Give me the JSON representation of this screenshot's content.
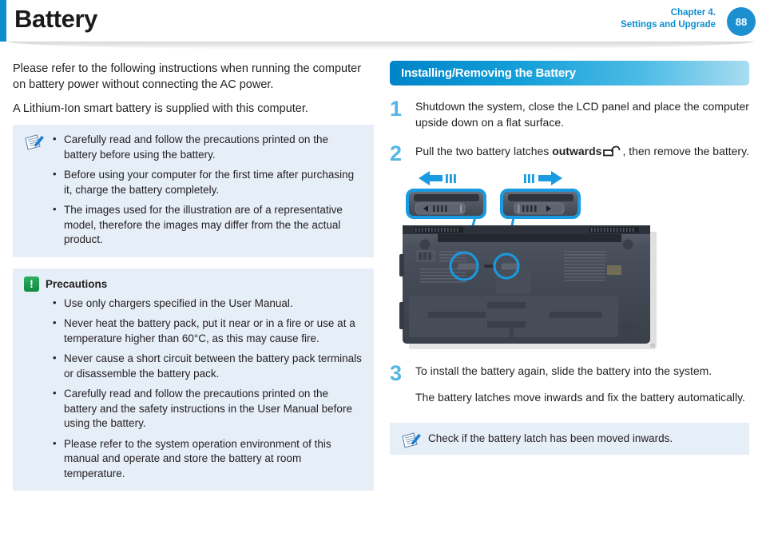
{
  "header": {
    "title": "Battery",
    "chapter_line1": "Chapter 4.",
    "chapter_line2": "Settings and Upgrade",
    "page_number": "88",
    "accent_color": "#0d8ecf",
    "badge_color": "#1b8fd0"
  },
  "left": {
    "intro_para_1": "Please refer to the following instructions when running the computer on battery power without connecting the AC power.",
    "intro_para_2": "A Lithium-Ion smart battery is supplied with this computer.",
    "note_box": {
      "icon": "note-pen-icon",
      "bullets": [
        "Carefully read and follow the precautions printed on the battery before using the battery.",
        "Before using your computer for the first time after purchasing it, charge the battery completely.",
        "The images used for the illustration are of a representative model, therefore the images may differ from the the actual product."
      ]
    },
    "precautions_box": {
      "icon": "warning-exclamation-icon",
      "title": "Precautions",
      "bullets": [
        "Use only chargers specified in the User Manual.",
        "Never heat the battery pack, put it near or in a fire or use at a temperature higher than 60°C, as this may cause fire.",
        "Never cause a short circuit between the battery pack terminals or disassemble the battery pack.",
        "Carefully read and follow the precautions printed on the battery and the safety instructions in the User Manual before using the battery.",
        "Please refer to the system operation environment of this manual and operate and store the battery at room temperature."
      ]
    }
  },
  "right": {
    "section_title": "Installing/Removing the Battery",
    "steps": [
      {
        "number": "1",
        "text": "Shutdown the system, close the LCD panel and place the computer upside down on a flat surface."
      },
      {
        "number": "2",
        "text_before": "Pull the two battery latches ",
        "bold_word": "outwards",
        "lock_icon": "open-padlock-icon",
        "text_after": ", then remove the battery."
      },
      {
        "number": "3",
        "text": "To install the battery again, slide the battery into the system.",
        "text_second": "The battery latches move inwards and fix the battery automatically."
      }
    ],
    "illustration": {
      "name": "laptop-underside-battery-latches",
      "left_arrow": "arrow-left-icon",
      "right_arrow": "arrow-right-icon",
      "callout_color": "#1a9ae0"
    },
    "check_note": {
      "icon": "note-pen-icon",
      "text": "Check if the battery latch has been moved inwards."
    }
  }
}
